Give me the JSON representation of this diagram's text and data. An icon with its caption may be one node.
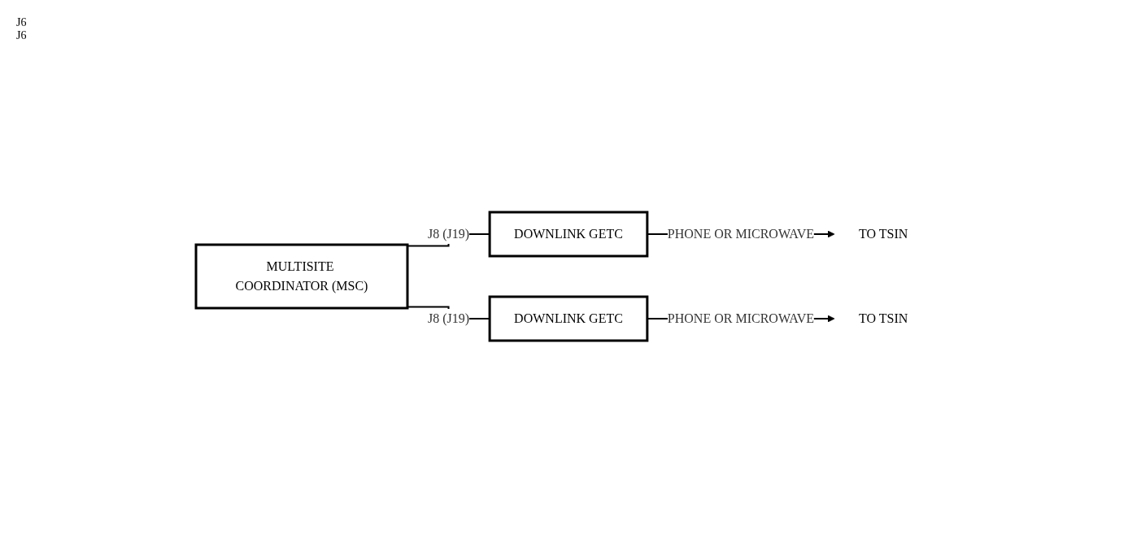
{
  "diagram": {
    "nodes": [
      {
        "text": [
          "MULTISITE COORDINATOR (MSC)"
        ]
      },
      {
        "text": [
          "DOWNLINK GETC"
        ]
      },
      {
        "text": [
          "DOWNLINK GETC"
        ]
      },
      {
        "text": [
          "TO TSIN"
        ]
      },
      {
        "text": [
          "TO TSIN"
        ]
      }
    ],
    "edges": [
      {
        "from": 0,
        "to": 1,
        "label": "J8 (J19)",
        "arrow": "none"
      },
      {
        "from": 0,
        "to": 2,
        "label": "J8 (J19)",
        "arrow": "none"
      },
      {
        "from": 1,
        "to": 3,
        "label": "PHONE OR MICROWAVE",
        "arrow": "to"
      },
      {
        "from": 2,
        "to": 4,
        "label": "PHONE OR MICROWAVE",
        "arrow": "to"
      }
    ],
    "labels": [
      "J6",
      "J6"
    ]
  }
}
